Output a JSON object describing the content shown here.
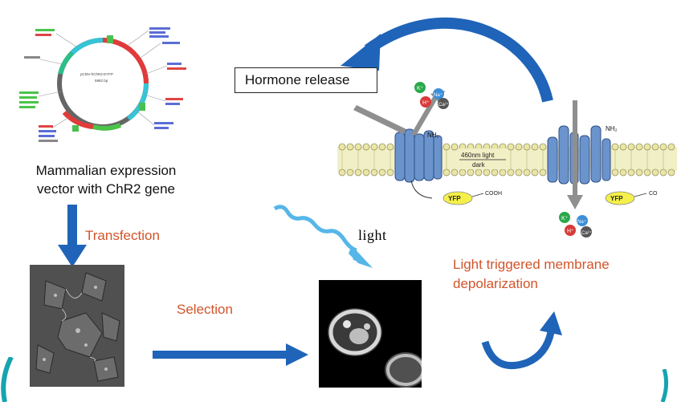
{
  "plasmid": {
    "center_text": "pCMV-hChR2-EYFP",
    "sub_text": "5982 bp"
  },
  "vector_caption": {
    "line1": "Mammalian expression",
    "line2": "vector with ChR2 gene"
  },
  "steps": {
    "transfection": "Transfection",
    "selection": "Selection",
    "light": "light"
  },
  "hormone_release": "Hormone release",
  "depolarization": {
    "line1": "Light  triggered membrane",
    "line2": "depolarization"
  },
  "membrane": {
    "light_label": "460nm light",
    "dark_label": "dark",
    "yfp_label": "YFP",
    "cooh_left": "COOH",
    "cooh_right": "CO",
    "nh2": "NH₂",
    "ions": [
      "K⁺",
      "Na⁺",
      "H⁺",
      "Ca²⁺"
    ]
  },
  "colors": {
    "arrow_blue": "#1f64b8",
    "orange_text": "#d2542a",
    "membrane_blue": "#5b86c0",
    "yfp_yellow": "#f4f04a",
    "lipid_yellow": "#e9e6a6"
  }
}
